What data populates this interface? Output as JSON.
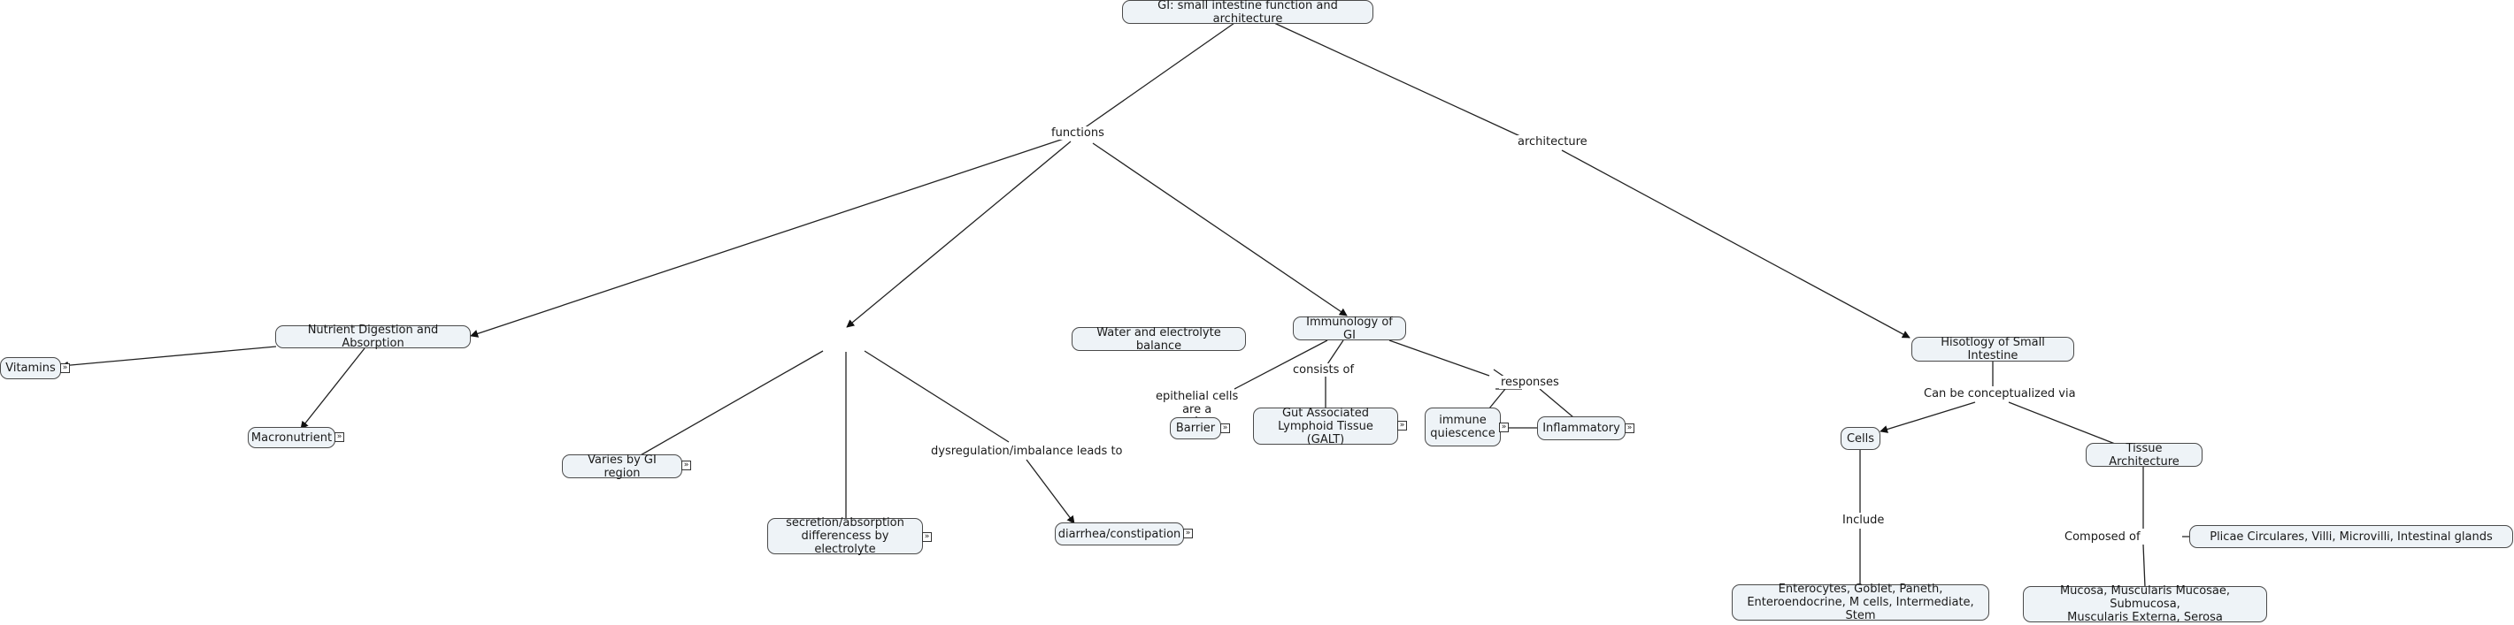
{
  "concept_map": {
    "root": "GI: small intestine function and architecture",
    "nodes": {
      "nutrient": "Nutrient Digestion and Absorption",
      "vitamins": "Vitamins",
      "macronutrient": "Macronutrient",
      "water": "Water and electrolyte balance",
      "varies": "Varies by GI region",
      "secretion": "secretion/absorption\ndifferencess by electrolyte",
      "diarrhea": "diarrhea/constipation",
      "immunology": "Immunology of GI",
      "barrier": "Barrier",
      "galt": "Gut Associated\nLymphoid Tissue (GALT)",
      "quiescence": "immune\nquiescence",
      "inflammatory": "Inflammatory",
      "histology": "Hisotlogy of Small Intestine",
      "cells": "Cells",
      "cell_types": "Enterocytes, Goblet, Paneth,\nEnteroendocrine, M cells, Intermediate, Stem",
      "tissue": "Tissue Architecture",
      "layers": "Mucosa, Muscularis Mucosae, Submucosa,\nMuscularis Externa, Serosa",
      "plicae": "Plicae Circulares, Villi, Microvilli, Intestinal glands"
    },
    "links": {
      "functions": "functions",
      "architecture": "architecture",
      "epithelial": "epithelial cells\nare a",
      "consists": "consists of",
      "responses": "responses",
      "dysregulation": "dysregulation/imbalance leads to",
      "conceptualized": "Can be conceptualized via",
      "include": "Include",
      "composed": "Composed of"
    },
    "expand_icon": "expand-icon",
    "colors": {
      "node_fill": "#eef3f7",
      "node_border": "#4a4a4a",
      "line": "#222222"
    }
  }
}
